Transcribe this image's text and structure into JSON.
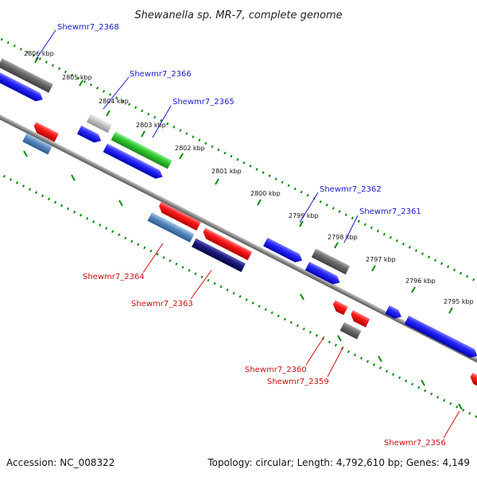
{
  "title": "Shewanella sp. MR-7, complete genome",
  "footer": {
    "accession": "Accession: NC_008322",
    "summary": "Topology: circular; Length: 4,792,610 bp; Genes: 4,149"
  },
  "colors": {
    "backbone": "#8a8a8a",
    "tick_track": "#118811",
    "forward_label": "#1a1acc",
    "reverse_label": "#cc1111"
  },
  "ruler": {
    "unit": "kbp",
    "ticks": [
      "2806 kbp",
      "2805 kbp",
      "2804 kbp",
      "2803 kbp",
      "2802 kbp",
      "2801 kbp",
      "2800 kbp",
      "2799 kbp",
      "2798 kbp",
      "2797 kbp",
      "2796 kbp",
      "2795 kbp"
    ]
  },
  "gene_labels": {
    "forward": [
      "Shewmr7_2368",
      "Shewmr7_2366",
      "Shewmr7_2365",
      "Shewmr7_2362",
      "Shewmr7_2361"
    ],
    "reverse": [
      "Shewmr7_2364",
      "Shewmr7_2363",
      "Shewmr7_2360",
      "Shewmr7_2359",
      "Shewmr7_2356"
    ]
  }
}
